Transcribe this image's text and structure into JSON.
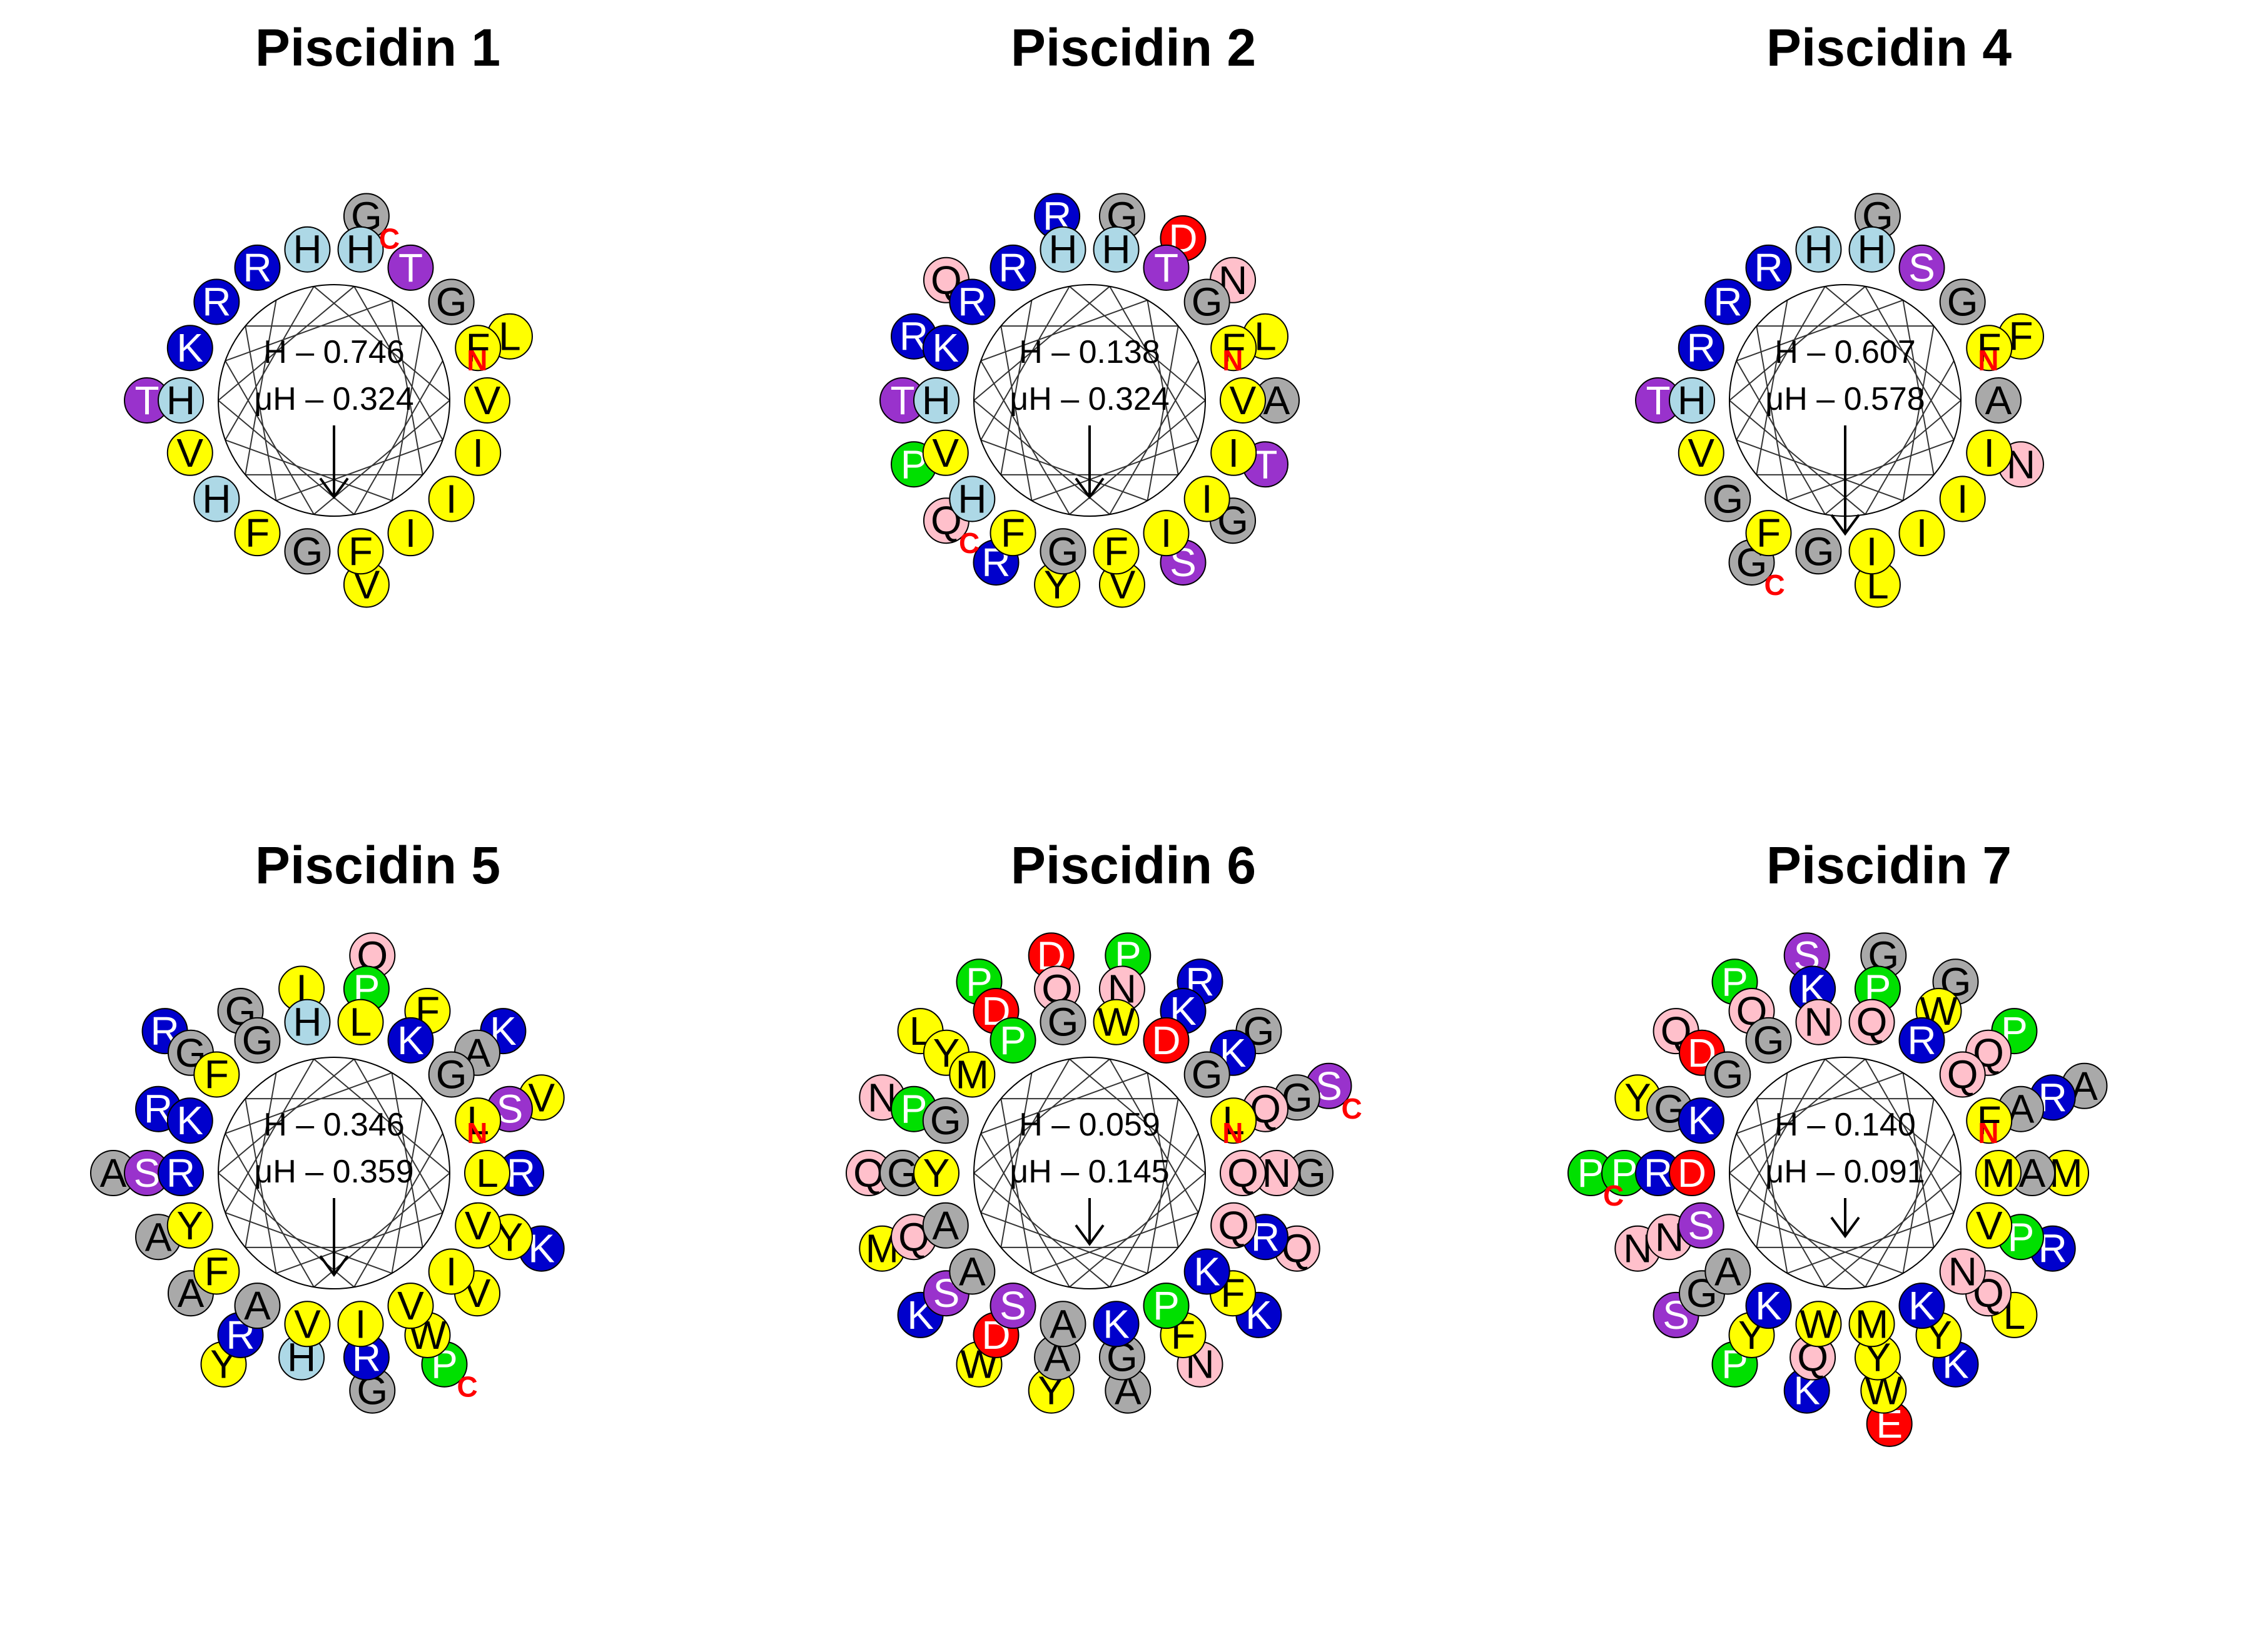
{
  "colors": {
    "hydrophobic": "#ffff00",
    "basic": "#0000cc",
    "acidic": "#ff0000",
    "polar": "#ffc0cb",
    "histidine": "#add8e6",
    "hydroxyl": "#9932cc",
    "glycine_alanine": "#a9a9a9",
    "proline": "#00e000",
    "terminus_label": "#ff0000"
  },
  "panels": [
    {
      "title": "Piscidin 1",
      "h_text": "H – 0.746",
      "uh_text": "μH – 0.324",
      "h": 0.746,
      "uh": 0.324,
      "n_label": "N",
      "c_label": "C",
      "sequence": "FFHHIFRGIVHVGKTIHRLVTG"
    },
    {
      "title": "Piscidin 2",
      "h_text": "H – 0.138",
      "uh_text": "μH – 0.324",
      "h": 0.138,
      "uh": 0.324,
      "n_label": "N",
      "c_label": "C",
      "sequence": "FFHHIFRGIVHVGKTIHRLVTGTRQNSPRAYRDGQ"
    },
    {
      "title": "Piscidin 4",
      "h_text": "H – 0.607",
      "uh_text": "μH – 0.578",
      "h": 0.607,
      "uh": 0.578,
      "n_label": "N",
      "c_label": "C",
      "sequence": "FIHHIFRGIVHAGRSIGRFLTGNG"
    },
    {
      "title": "Piscidin 5",
      "h_text": "H – 0.346",
      "uh_text": "μH – 0.359",
      "h": 0.346,
      "uh": 0.359,
      "n_label": "N",
      "c_label": "C",
      "sequence": "LIRLVAFGVYHLVKKIFGSRSPYRGAWAIRHRFVAGVGAQKYRKP"
    },
    {
      "title": "Piscidin 6",
      "h_text": "H – 0.059",
      "uh_text": "μH – 0.145",
      "h": 0.059,
      "uh": 0.145,
      "n_label": "N",
      "c_label": "C",
      "sequence": "LKYWQSMGPAGQAGDKAPQGGNRDYKFQQNAPKFSDGAQPQWLGNMDGYNRKKPS"
    },
    {
      "title": "Piscidin 7",
      "h_text": "H – 0.140",
      "uh_text": "μH – 0.091",
      "h": 0.14,
      "uh": 0.091,
      "n_label": "N",
      "c_label": "C",
      "sequence": "FMDQVKGQKSNMWKRNAGAYRPPYDQYNKAQGWQGQRWPGRPQPKNSMKYGLSPAEP"
    }
  ]
}
